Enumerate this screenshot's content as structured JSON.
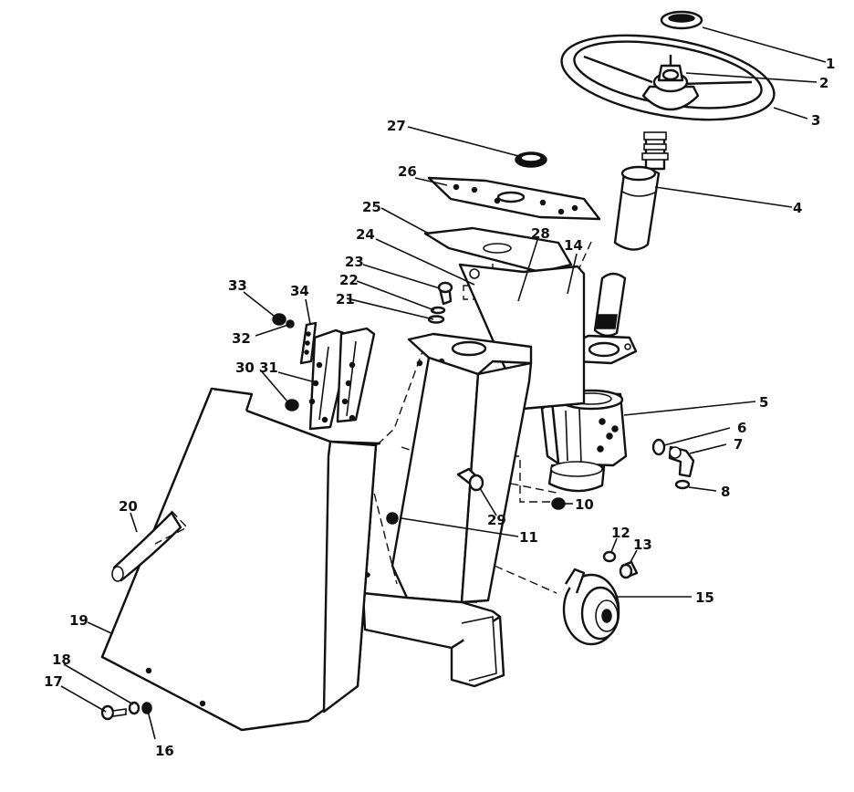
{
  "diagram": {
    "callouts": [
      {
        "id": "c1",
        "label": "1"
      },
      {
        "id": "c2",
        "label": "2"
      },
      {
        "id": "c3",
        "label": "3"
      },
      {
        "id": "c4",
        "label": "4"
      },
      {
        "id": "c5",
        "label": "5"
      },
      {
        "id": "c6",
        "label": "6"
      },
      {
        "id": "c7",
        "label": "7"
      },
      {
        "id": "c8",
        "label": "8"
      },
      {
        "id": "c10",
        "label": "10"
      },
      {
        "id": "c11",
        "label": "11"
      },
      {
        "id": "c12",
        "label": "12"
      },
      {
        "id": "c13",
        "label": "13"
      },
      {
        "id": "c14",
        "label": "14"
      },
      {
        "id": "c15",
        "label": "15"
      },
      {
        "id": "c16",
        "label": "16"
      },
      {
        "id": "c17",
        "label": "17"
      },
      {
        "id": "c18",
        "label": "18"
      },
      {
        "id": "c19",
        "label": "19"
      },
      {
        "id": "c20",
        "label": "20"
      },
      {
        "id": "c21",
        "label": "21"
      },
      {
        "id": "c22",
        "label": "22"
      },
      {
        "id": "c23",
        "label": "23"
      },
      {
        "id": "c24",
        "label": "24"
      },
      {
        "id": "c25",
        "label": "25"
      },
      {
        "id": "c26",
        "label": "26"
      },
      {
        "id": "c27",
        "label": "27"
      },
      {
        "id": "c28",
        "label": "28"
      },
      {
        "id": "c29",
        "label": "29"
      },
      {
        "id": "c30",
        "label": "30"
      },
      {
        "id": "c31",
        "label": "31"
      },
      {
        "id": "c32",
        "label": "32"
      },
      {
        "id": "c33",
        "label": "33"
      },
      {
        "id": "c34",
        "label": "34"
      }
    ]
  }
}
